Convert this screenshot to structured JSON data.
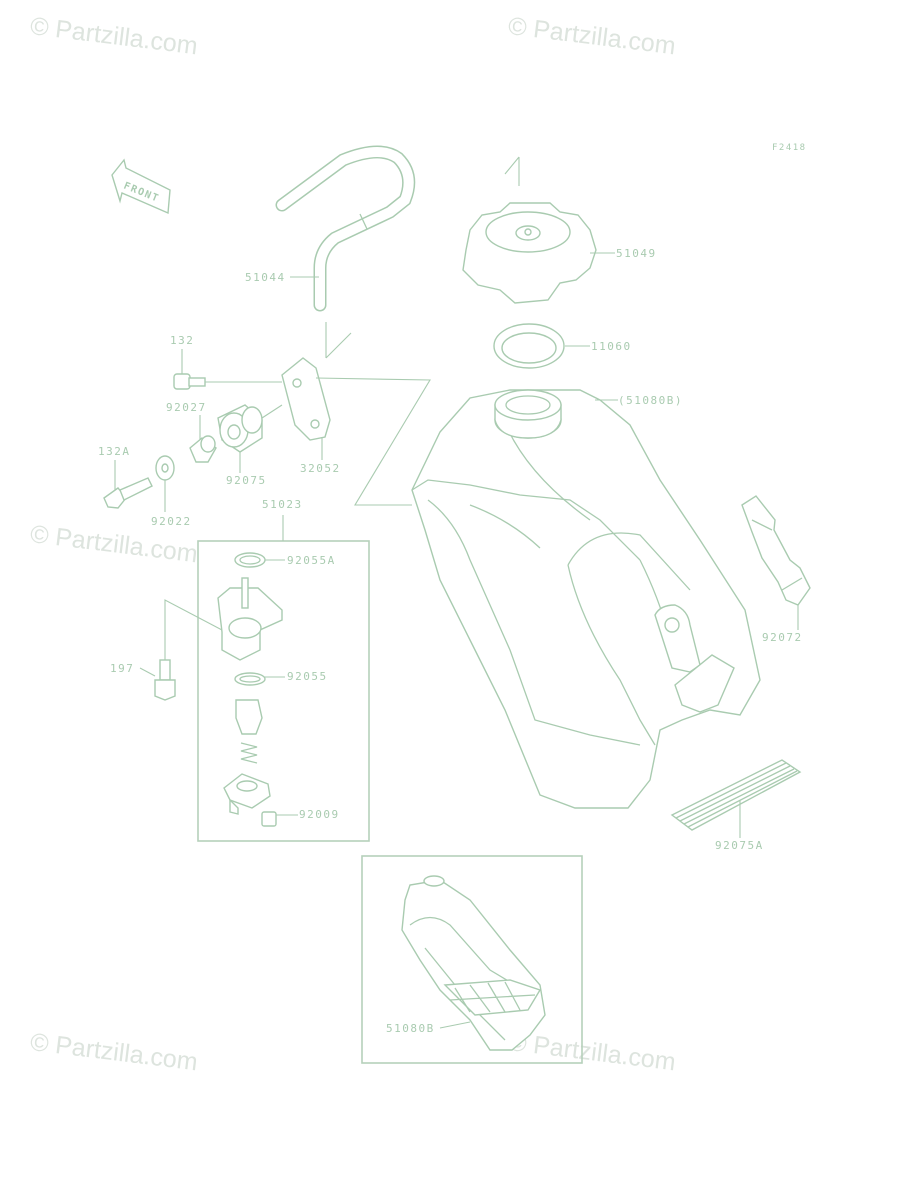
{
  "figure_code": "F2418",
  "front_label": "FRONT",
  "watermark": "© Partzilla.com",
  "parts": {
    "hose": "51044",
    "fuel_cap": "51049",
    "cap_gasket": "11060",
    "tank_ref": "(51080B)",
    "bolt_132": "132",
    "collar": "92027",
    "damper": "92075",
    "bracket": "32052",
    "bolt_132a": "132A",
    "washer": "92022",
    "fuel_cock_assy": "51023",
    "oring_a": "92055A",
    "bolt_197": "197",
    "oring": "92055",
    "screw": "92009",
    "strap": "92072",
    "pad": "92075A",
    "tank_inset": "51080B"
  }
}
